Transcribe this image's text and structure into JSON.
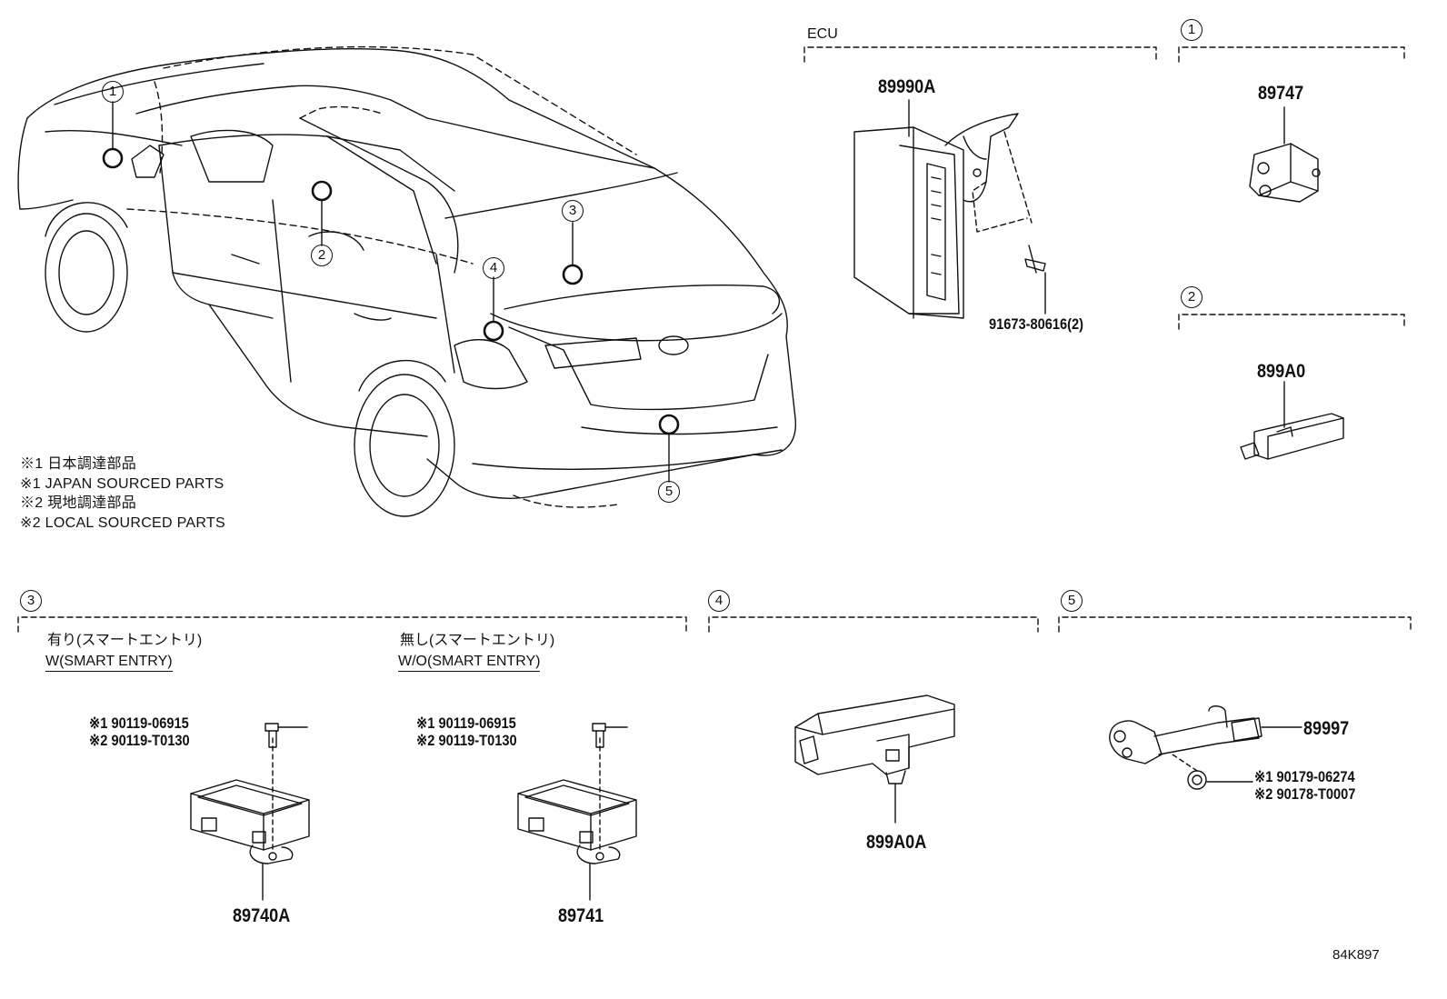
{
  "sections": {
    "ecu": {
      "label": "ECU",
      "part_main": "89990A",
      "part_bolt": "91673-80616(2)"
    },
    "s1": {
      "circle": "1",
      "part": "89747"
    },
    "s2": {
      "circle": "2",
      "part": "899A0"
    },
    "s3": {
      "circle": "3",
      "w_jp": "有り(スマートエントリ)",
      "w_en": "W(SMART ENTRY)",
      "wo_jp": "無し(スマートエントリ)",
      "wo_en": "W/O(SMART ENTRY)",
      "bolt_1": "※1 90119-06915",
      "bolt_2": "※2 90119-T0130",
      "part_w": "89740A",
      "part_wo": "89741"
    },
    "s4": {
      "circle": "4",
      "part": "899A0A"
    },
    "s5": {
      "circle": "5",
      "part": "89997",
      "nut_1": "※1 90179-06274",
      "nut_2": "※2 90178-T0007"
    }
  },
  "car_callouts": [
    "1",
    "2",
    "3",
    "4",
    "5"
  ],
  "notes": [
    "※1 日本調達部品",
    "※1 JAPAN SOURCED PARTS",
    "※2 現地調達部品",
    "※2 LOCAL SOURCED PARTS"
  ],
  "diagram_id": "84K897"
}
